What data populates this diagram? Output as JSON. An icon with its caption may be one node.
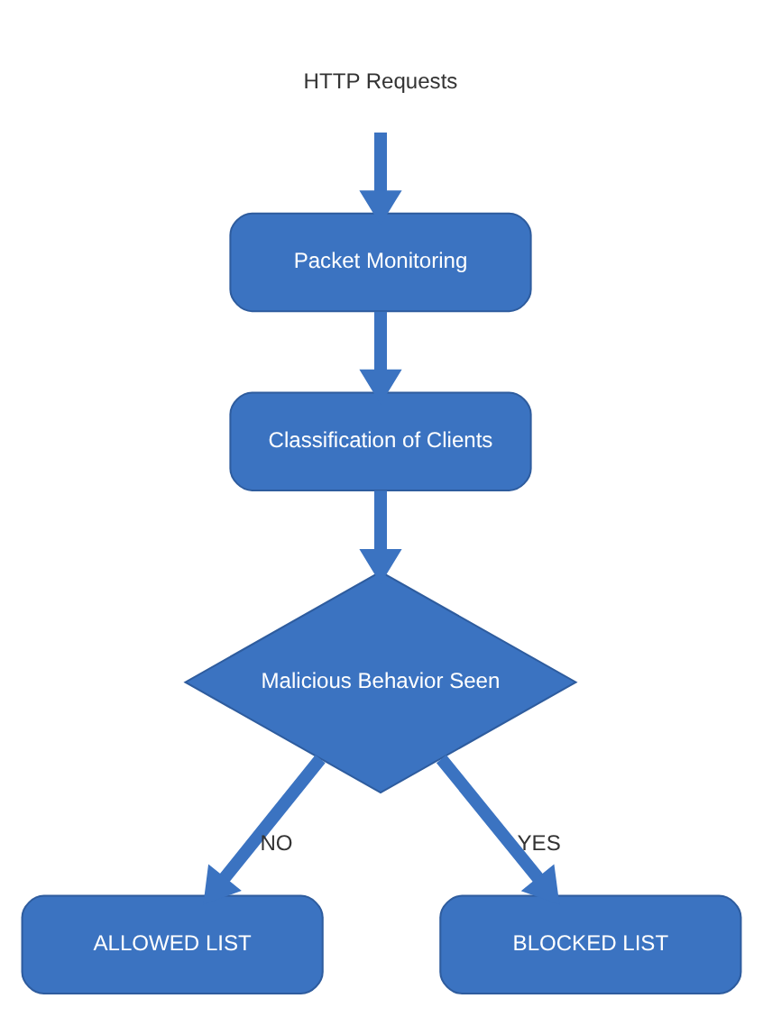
{
  "diagram": {
    "nodes": [
      {
        "text": [
          "HTTP Requests"
        ]
      },
      {
        "text": [
          "Packet Monitoring"
        ]
      },
      {
        "text": [
          "Classification of Clients"
        ]
      },
      {
        "text": [
          "Malicious Behavior Seen"
        ]
      },
      {
        "text": [
          "ALLOWED LIST"
        ]
      },
      {
        "text": [
          "BLOCKED LIST"
        ]
      }
    ],
    "edges": [
      {
        "from": 0,
        "to": 1,
        "arrow": "to"
      },
      {
        "from": 1,
        "to": 2,
        "arrow": "to"
      },
      {
        "from": 2,
        "to": 3,
        "arrow": "to"
      },
      {
        "from": 3,
        "to": 4,
        "label": "NO",
        "arrow": "to"
      },
      {
        "from": 3,
        "to": 5,
        "label": "YES",
        "arrow": "to"
      }
    ]
  }
}
